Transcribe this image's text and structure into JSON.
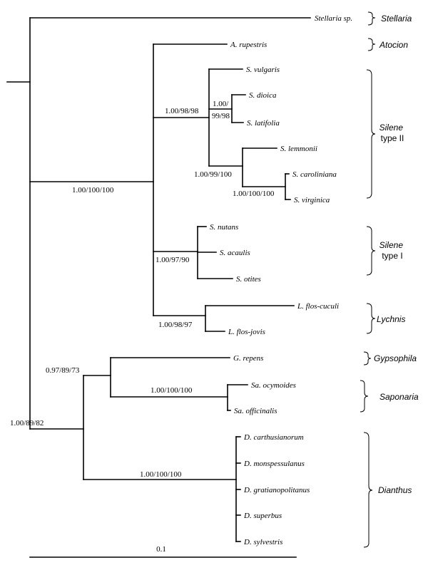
{
  "taxa": [
    {
      "id": "stellaria",
      "label": "Stellaria sp."
    },
    {
      "id": "rupestris",
      "label": "A. rupestris"
    },
    {
      "id": "vulgaris",
      "label": "S. vulgaris"
    },
    {
      "id": "dioica",
      "label": "S. dioica"
    },
    {
      "id": "latifolia",
      "label": "S. latifolia"
    },
    {
      "id": "lemmonii",
      "label": "S. lemmonii"
    },
    {
      "id": "caroliniana",
      "label": "S. caroliniana"
    },
    {
      "id": "virginica",
      "label": "S. virginica"
    },
    {
      "id": "nutans",
      "label": "S. nutans"
    },
    {
      "id": "acaulis",
      "label": "S. acaulis"
    },
    {
      "id": "otites",
      "label": "S. otites"
    },
    {
      "id": "floscuculi",
      "label": "L. flos-cuculi"
    },
    {
      "id": "flosjovis",
      "label": "L. flos-jovis"
    },
    {
      "id": "repens",
      "label": "G. repens"
    },
    {
      "id": "ocymoides",
      "label": "Sa. ocymoides"
    },
    {
      "id": "officinalis",
      "label": "Sa. officinalis"
    },
    {
      "id": "carthusianorum",
      "label": "D. carthusianorum"
    },
    {
      "id": "monspessulanus",
      "label": "D. monspessulanus"
    },
    {
      "id": "gratianopolitanus",
      "label": "D. gratianopolitanus"
    },
    {
      "id": "superbus",
      "label": "D. superbus"
    },
    {
      "id": "sylvestris",
      "label": "D. sylvestris"
    }
  ],
  "support": {
    "silene_lychnis": "1.00/100/100",
    "silene_type2": "1.00/98/98",
    "dioica_latifolia_a": "1.00/",
    "dioica_latifolia_b": "99/98",
    "lemmonii_clade": "1.00/99/100",
    "caroliniana_virginica": "1.00/100/100",
    "silene_type1": "1.00/97/90",
    "lychnis": "1.00/98/97",
    "gyps_sap_dian": "1.00/89/82",
    "gyps_sap": "0.97/89/73",
    "saponaria": "1.00/100/100",
    "dianthus": "1.00/100/100"
  },
  "groups": {
    "stellaria": {
      "name": "Stellaria"
    },
    "atocion": {
      "name": "Atocion"
    },
    "silene2": {
      "name": "Silene",
      "type": "type II"
    },
    "silene1": {
      "name": "Silene",
      "type": "type I"
    },
    "lychnis": {
      "name": "Lychnis"
    },
    "gypsophila": {
      "name": "Gypsophila"
    },
    "saponaria": {
      "name": "Saponaria"
    },
    "dianthus": {
      "name": "Dianthus"
    }
  },
  "scale_bar": {
    "label": "0.1"
  }
}
